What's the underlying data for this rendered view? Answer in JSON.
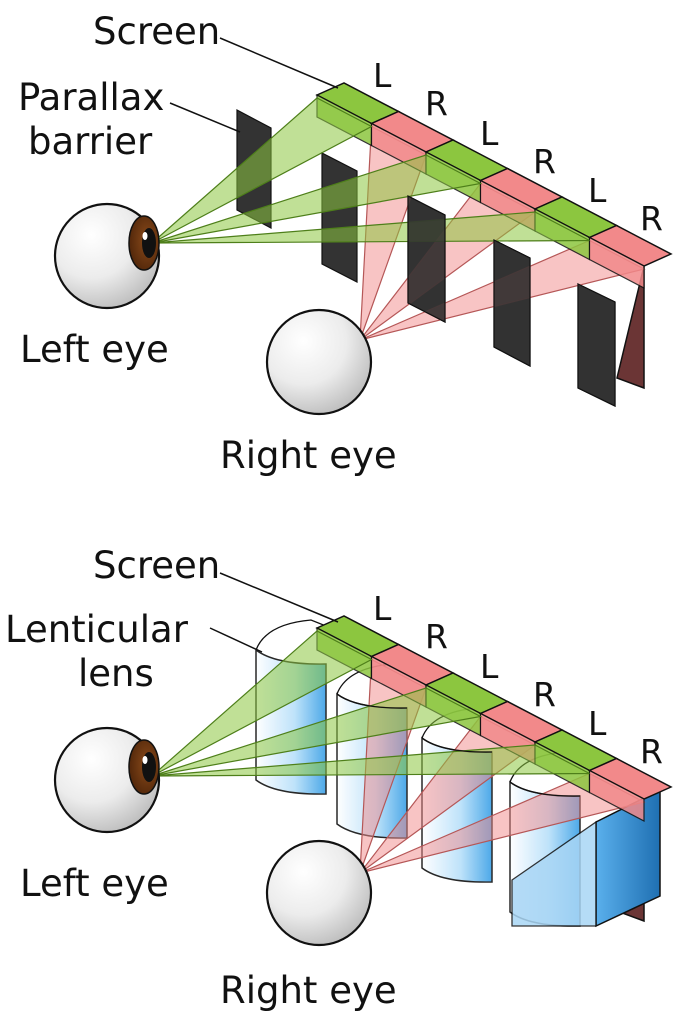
{
  "colors": {
    "left_view": "#8cc63f",
    "left_view_dark": "#5d8a2c",
    "right_view": "#f2898a",
    "right_view_dark": "#6b3535",
    "barrier": "#333333",
    "lens_blue": "#55b4ee",
    "eye_white": "#f1f1f1",
    "iris": "#6b3410",
    "outline": "#111111"
  },
  "icons": [
    "eye-icon",
    "eye-icon"
  ],
  "top": {
    "screen_label": "Screen",
    "element_label_line1": "Parallax",
    "element_label_line2": "barrier",
    "left_eye_label": "Left eye",
    "right_eye_label": "Right eye",
    "segment_labels": [
      "L",
      "R",
      "L",
      "R",
      "L",
      "R"
    ]
  },
  "bottom": {
    "screen_label": "Screen",
    "element_label_line1": "Lenticular",
    "element_label_line2": "lens",
    "left_eye_label": "Left eye",
    "right_eye_label": "Right eye",
    "segment_labels": [
      "L",
      "R",
      "L",
      "R",
      "L",
      "R"
    ]
  }
}
